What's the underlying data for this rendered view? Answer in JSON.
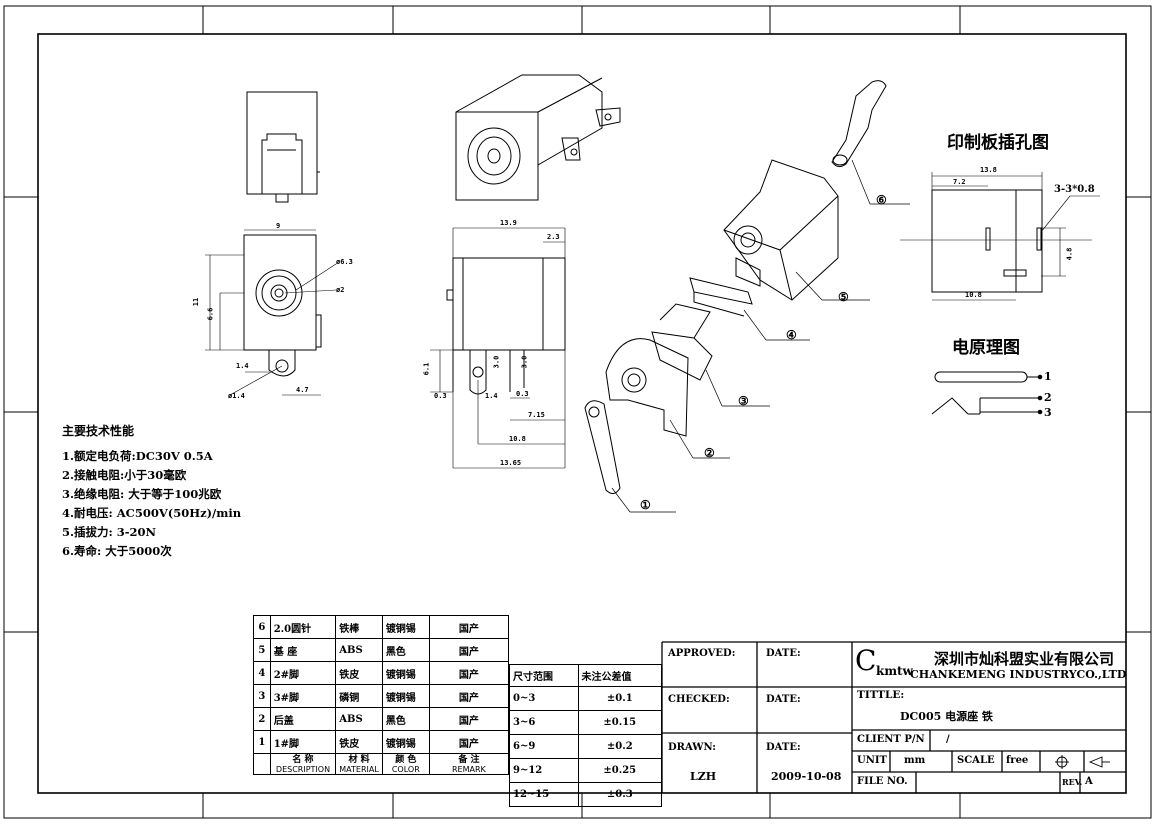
{
  "spec": {
    "title": "主要技术性能",
    "items": [
      "1.额定电负荷:DC30V 0.5A",
      "2.接触电阻:小于30毫欧",
      "3.绝缘电阻: 大于等于100兆欧",
      "4.耐电压: AC500V(50Hz)/min",
      "5.插拔力: 3-20N",
      "6.寿命: 大于5000次"
    ]
  },
  "pcb": {
    "title": "印制板插孔图",
    "d_total": "13.8",
    "d_left": "7.2",
    "d_hole": "3-3*0.8",
    "d_bottom": "10.8",
    "d_height": "4.8"
  },
  "schematic": {
    "title": "电原理图",
    "pin1": "1",
    "pin2": "2",
    "pin3": "3"
  },
  "balloons": [
    "①",
    "②",
    "③",
    "④",
    "⑤",
    "⑥"
  ],
  "dims": {
    "front_w": "9",
    "front_h": "11",
    "front_h2": "6.6",
    "front_r1": "ø6.3",
    "front_r2": "ø2",
    "front_slot": "1.4",
    "front_hole": "ø1.4",
    "front_side": "4.7",
    "side_w": "13.9",
    "side_w1": "2.3",
    "side_h": "6.1",
    "side_a": "0.3",
    "side_b": "3.0",
    "side_c": "3.0",
    "side_d": "0.3",
    "side_e": "7.15",
    "side_f": "10.8",
    "side_g": "13.65",
    "side_pin": "1.4"
  },
  "bom": {
    "rows": [
      {
        "no": "6",
        "name": "2.0圆针",
        "material": "铁棒",
        "color": "镀铜锡",
        "remark": "国产"
      },
      {
        "no": "5",
        "name": "基  座",
        "material": "ABS",
        "color": "黑色",
        "remark": "国产"
      },
      {
        "no": "4",
        "name": "2#脚",
        "material": "铁皮",
        "color": "镀铜锡",
        "remark": "国产"
      },
      {
        "no": "3",
        "name": "3#脚",
        "material": "磷铜",
        "color": "镀铜锡",
        "remark": "国产"
      },
      {
        "no": "2",
        "name": "后盖",
        "material": "ABS",
        "color": "黑色",
        "remark": "国产"
      },
      {
        "no": "1",
        "name": "1#脚",
        "material": "铁皮",
        "color": "镀铜锡",
        "remark": "国产"
      }
    ],
    "header": {
      "name_cn": "名   称",
      "name_en": "DESCRIPTION",
      "material_cn": "材   料",
      "material_en": "MATERIAL",
      "color_cn": "颜 色",
      "color_en": "COLOR",
      "remark_cn": "备 注",
      "remark_en": "REMARK"
    }
  },
  "tolerance": {
    "header": [
      "尺寸范围",
      "未注公差值"
    ],
    "rows": [
      [
        "0~3",
        "±0.1"
      ],
      [
        "3~6",
        "±0.15"
      ],
      [
        "6~9",
        "±0.2"
      ],
      [
        "9~12",
        "±0.25"
      ],
      [
        "12~15",
        "±0.3"
      ]
    ]
  },
  "titleblock": {
    "approved": "APPROVED:",
    "date1": "DATE:",
    "checked": "CHECKED:",
    "date2": "DATE:",
    "drawn": "DRAWN:",
    "date3": "DATE:",
    "drawn_by": "LZH",
    "drawn_date": "2009-10-08",
    "logo_c": "C",
    "logo_rest": "kmtw",
    "company_cn": "深圳市灿科盟实业有限公司",
    "company_en": "CHANKEMENG  INDUSTRYCO.,LTD",
    "title_label": "TITTLE:",
    "title_value": "DC005  电源座  铁",
    "client_label": "CLIENT P/N",
    "client_value": "/",
    "unit_label": "UNIT",
    "unit_value": "mm",
    "scale_label": "SCALE",
    "scale_value": "free",
    "file_label": "FILE NO.",
    "rev_label": "REV.",
    "rev_value": "A"
  }
}
